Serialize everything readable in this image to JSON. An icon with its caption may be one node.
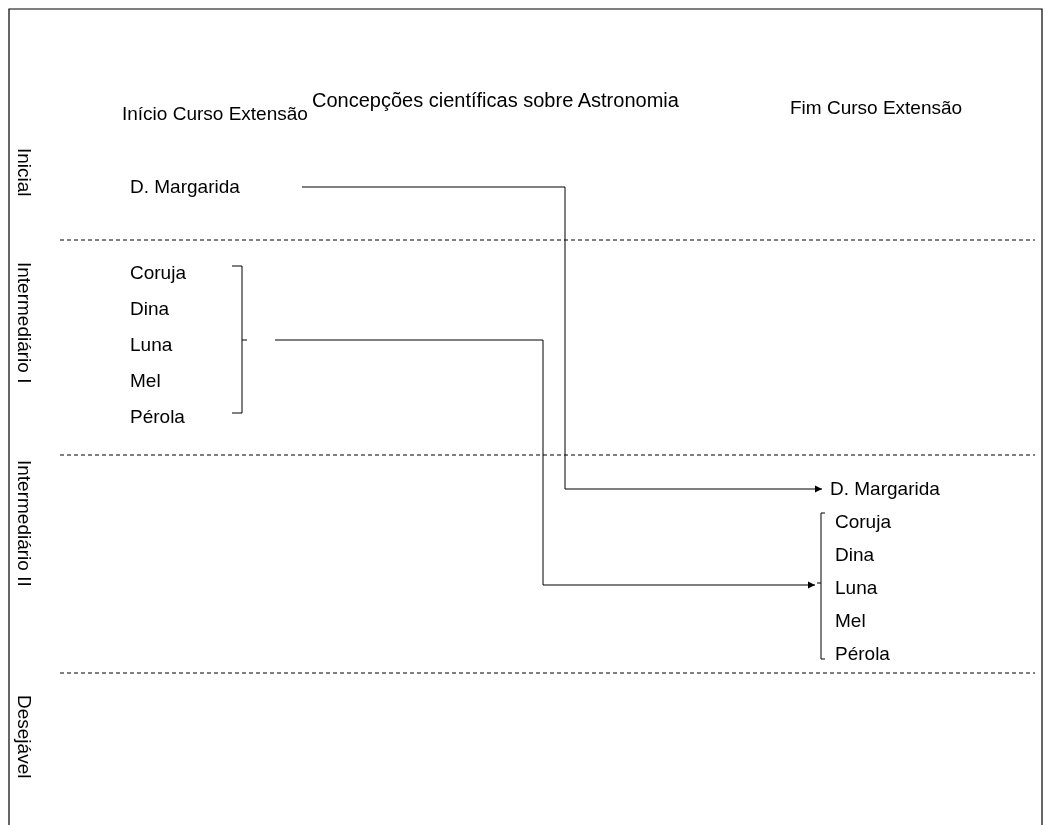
{
  "diagram": {
    "title": "Concepções científicas sobre Astronomia",
    "nodes": [
      {
        "text": [
          "D. Margarida"
        ]
      },
      {
        "text": [
          "Coruja",
          "Dina",
          "Luna",
          "Mel",
          "Pérola"
        ]
      },
      {
        "text": [
          "D. Margarida"
        ]
      },
      {
        "text": [
          "Coruja",
          "Dina",
          "Luna",
          "Mel",
          "Pérola"
        ]
      }
    ],
    "edges": [
      {
        "from": 0,
        "to": 2,
        "arrow": "to"
      },
      {
        "from": 1,
        "to": 3,
        "arrow": "to"
      }
    ],
    "labels": [
      "Início Curso Extensão",
      "Fim Curso Extensão",
      "Inicial",
      "Intermediário I",
      "Intermediário II",
      "Desejável"
    ]
  }
}
